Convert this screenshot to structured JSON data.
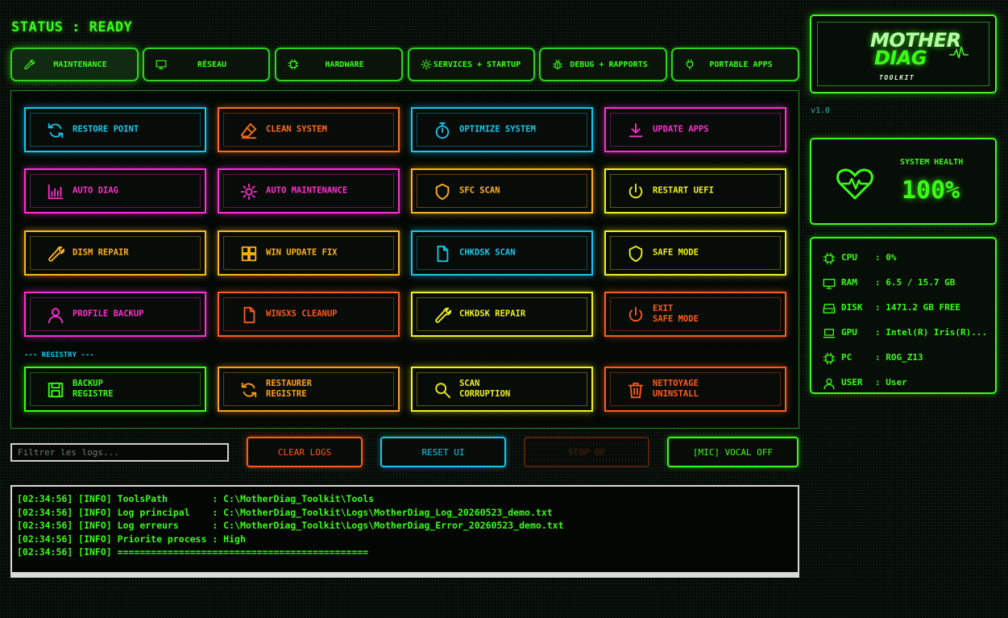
{
  "status": "STATUS : READY",
  "tabs": [
    {
      "label": "MAINTENANCE",
      "icon": "wrench-icon",
      "active": true
    },
    {
      "label": "RÉSEAU",
      "icon": "monitor-icon",
      "active": false
    },
    {
      "label": "HARDWARE",
      "icon": "chip-icon",
      "active": false
    },
    {
      "label": "SERVICES + STARTUP",
      "icon": "gear-icon",
      "active": false
    },
    {
      "label": "DEBUG + RAPPORTS",
      "icon": "bug-icon",
      "active": false
    },
    {
      "label": "PORTABLE APPS",
      "icon": "plug-icon",
      "active": false
    }
  ],
  "actions": [
    {
      "label": "RESTORE POINT",
      "icon": "refresh-icon",
      "color": "#19c6ec"
    },
    {
      "label": "CLEAN SYSTEM",
      "icon": "eraser-icon",
      "color": "#ff6b1a"
    },
    {
      "label": "OPTIMIZE SYSTEM",
      "icon": "stopwatch-icon",
      "color": "#19c6ec"
    },
    {
      "label": "UPDATE APPS",
      "icon": "download-icon",
      "color": "#ff2fd0"
    },
    {
      "label": "AUTO DIAG",
      "icon": "bar-chart-icon",
      "color": "#ff2fd0"
    },
    {
      "label": "AUTO MAINTENANCE",
      "icon": "gear-icon",
      "color": "#ff2fd0"
    },
    {
      "label": "SFC SCAN",
      "icon": "shield-icon",
      "color": "#ffb31a"
    },
    {
      "label": "RESTART UEFI",
      "icon": "power-icon",
      "color": "#f2f21a"
    },
    {
      "label": "DISM REPAIR",
      "icon": "wrench-icon",
      "color": "#ffb31a"
    },
    {
      "label": "WIN UPDATE FIX",
      "icon": "grid-icon",
      "color": "#ffb31a"
    },
    {
      "label": "CHKDSK SCAN",
      "icon": "file-icon",
      "color": "#19c6ec"
    },
    {
      "label": "SAFE MODE",
      "icon": "shield-icon",
      "color": "#f2f21a"
    },
    {
      "label": "PROFILE BACKUP",
      "icon": "user-icon",
      "color": "#ff2fd0"
    },
    {
      "label": "WINSXS CLEANUP",
      "icon": "file-icon",
      "color": "#ff5a1a"
    },
    {
      "label": "CHKDSK REPAIR",
      "icon": "wrench-icon",
      "color": "#f2f21a"
    },
    {
      "label": "EXIT\nSAFE MODE",
      "icon": "power-icon",
      "color": "#ff5a1a"
    },
    {
      "label": "BACKUP\nREGISTRE",
      "icon": "save-icon",
      "color": "#39ff14"
    },
    {
      "label": "RESTAURER\nREGISTRE",
      "icon": "refresh-icon",
      "color": "#ffa01a"
    },
    {
      "label": "SCAN\nCORRUPTION",
      "icon": "search-icon",
      "color": "#f2f21a"
    },
    {
      "label": "NETTOYAGE\nUNINSTALL",
      "icon": "trash-icon",
      "color": "#ff5a1a"
    }
  ],
  "registry_label": "--- REGISTRY ---",
  "filter": {
    "placeholder": "Filtrer les logs..."
  },
  "controls": [
    {
      "label": "CLEAR LOGS",
      "color": "#ff5a1a",
      "disabled": false
    },
    {
      "label": "RESET UI",
      "color": "#19c6ec",
      "disabled": false
    },
    {
      "label": "STOP OP",
      "color": "#a03010",
      "disabled": true
    },
    {
      "label": "[MIC] VOCAL OFF",
      "color": "#39ff14",
      "disabled": false
    }
  ],
  "log_lines": [
    "[02:34:56] [INFO] ToolsPath        : C:\\MotherDiag_Toolkit\\Tools",
    "[02:34:56] [INFO] Log principal    : C:\\MotherDiag_Toolkit\\Logs\\MotherDiag_Log_20260523_demo.txt",
    "[02:34:56] [INFO] Log erreurs      : C:\\MotherDiag_Toolkit\\Logs\\MotherDiag_Error_20260523_demo.txt",
    "[02:34:56] [INFO] Priorite process : High",
    "[02:34:56] [INFO] ============================================="
  ],
  "logo": {
    "line1": "MOTHER",
    "line2": "DIAG",
    "sub": "TOOLKIT"
  },
  "version": "v1.0",
  "health": {
    "label": "SYSTEM HEALTH",
    "value": "100%"
  },
  "system_info": [
    {
      "key": "CPU",
      "value": ": 0%",
      "icon": "chip-icon"
    },
    {
      "key": "RAM",
      "value": ": 6.5 / 15.7 GB",
      "icon": "monitor-icon"
    },
    {
      "key": "DISK",
      "value": ": 1471.2 GB FREE",
      "icon": "disk-icon"
    },
    {
      "key": "GPU",
      "value": ": Intel(R) Iris(R)...",
      "icon": "laptop-icon"
    },
    {
      "key": "PC",
      "value": ": ROG_Z13",
      "icon": "chip-icon"
    },
    {
      "key": "USER",
      "value": ": User",
      "icon": "user-icon"
    }
  ]
}
